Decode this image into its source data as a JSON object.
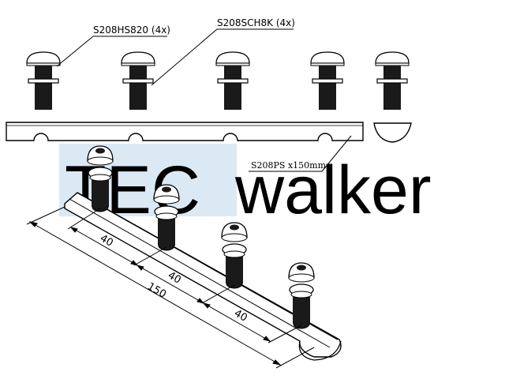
{
  "labels": {
    "hex_screw": "S208HS820 (4x)",
    "washer": "S208SCH8K (4x)",
    "profile": "S208PS x150mm"
  },
  "dimensions": {
    "spacing_1": "40",
    "spacing_2": "40",
    "spacing_3": "40",
    "overall": "150"
  },
  "watermark": {
    "part1": "TEC",
    "part2": "walker",
    "color1": "#dbe9f5",
    "color2": "#dcdcdc"
  },
  "colors": {
    "line": "#000000",
    "dark_thread": "#1a1a1a"
  }
}
